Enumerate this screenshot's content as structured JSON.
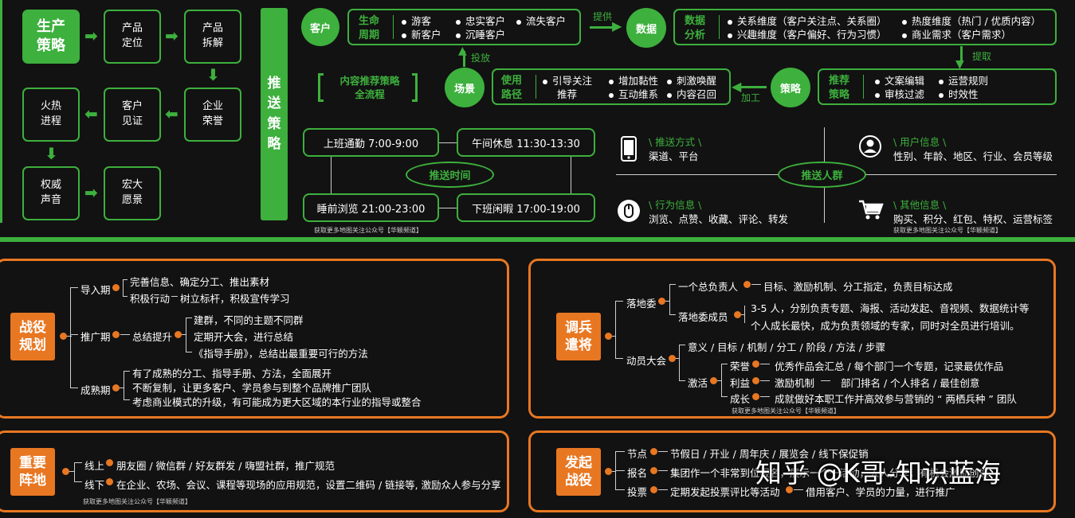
{
  "strategy": {
    "title": "生产\n策略",
    "boxes": {
      "positioning": "产品\n定位",
      "breakdown": "产品\n拆解",
      "honor": "企业\n荣誉",
      "testimony": "客户\n见证",
      "hot": "火热\n进程",
      "authority": "权威\n声音",
      "vision": "宏大\n愿景"
    }
  },
  "push_title": "推\n送\n策\n略",
  "flow": {
    "customer": "客户",
    "lifecycle_title": "生命\n周期",
    "lifecycle_items": [
      "游客",
      "忠实客户",
      "流失客户",
      "新客户",
      "沉睡客户"
    ],
    "provide_label": "提供",
    "data": "数据",
    "data_analysis_title": "数据\n分析",
    "data_items": [
      "关系维度（客户关注点、关系圈）",
      "热度维度（热门 / 优质内容）",
      "兴趣维度（客户偏好、行为习惯）",
      "商业需求（客户需求）"
    ],
    "extract_label": "提取",
    "strategy": "策略",
    "recommend_title": "推荐\n策略",
    "recommend_items": [
      "文案编辑",
      "运营规则",
      "审核过滤",
      "时效性"
    ],
    "process_label": "加工",
    "scene": "场景",
    "usage_title": "使用\n路径",
    "usage_items": [
      "引导关注",
      "增加黏性",
      "刺激唤醒",
      "推荐",
      "互动维系",
      "内容召回"
    ],
    "deliver_label": "投放",
    "content_strategy": "内容推荐策略\n全流程"
  },
  "push_time": {
    "center": "推送时间",
    "slots": [
      "上班通勤 7:00-9:00",
      "午间休息 11:30-13:30",
      "睡前浏览 21:00-23:00",
      "下班闲暇 17:00-19:00"
    ],
    "footer": "获取更多地图关注公众号【华颖频道】"
  },
  "push_crowd": {
    "center": "推送人群",
    "quadrants": [
      {
        "icon": "phone-icon",
        "title": "\\ 推送方式 \\",
        "text": "渠道、平台"
      },
      {
        "icon": "user-icon",
        "title": "\\ 用户信息 \\",
        "text": "性别、年龄、地区、行业、会员等级"
      },
      {
        "icon": "mouse-icon",
        "title": "\\ 行为信息 \\",
        "text": "浏览、点赞、收藏、评论、转发"
      },
      {
        "icon": "cart-icon",
        "title": "\\ 其他信息 \\",
        "text": "购买、积分、红包、特权、运营标签"
      }
    ],
    "footer": "获取更多地图关注公众号【华颖频道】"
  },
  "campaign": {
    "badge": "战役\n规划",
    "stages": [
      {
        "label": "导入期",
        "items": [
          "完善信息、确定分工、推出素材",
          "积极行动",
          "树立标杆，积极宣传学习"
        ]
      },
      {
        "label": "推广期",
        "mid": "总结提升",
        "items": [
          "建群，不同的主题不同群",
          "定期开大会，进行总结",
          "《指导手册》，总结出最重要可行的方法"
        ]
      },
      {
        "label": "成熟期",
        "items": [
          "有了成熟的分工、指导手册、方法，全面展开",
          "不断复制，让更多客户、学员参与到整个品牌推广团队",
          "考虑商业模式的升级，有可能成为更大区域的本行业的指导或整合"
        ]
      }
    ]
  },
  "deploy": {
    "badge": "调兵\n遣将",
    "committee": "落地委",
    "committee_items": [
      {
        "label": "一个总负责人",
        "text": "目标、激励机制、分工指定，负责目标达成"
      },
      {
        "label": "落地委成员",
        "lines": [
          "3-5 人，分别负责专题、海报、活动发起、音视频、数据统计等",
          "个人成长最快，成为负责领域的专家，同时对全员进行培训。"
        ]
      }
    ],
    "meeting": "动员大会",
    "meeting_line": "意义 / 目标 / 机制 / 分工 / 阶段 / 方法 / 步骤",
    "activate": "激活",
    "activate_items": [
      {
        "label": "荣誉",
        "text": "优秀作品会汇总 / 每个部门一个专题，记录最优作品"
      },
      {
        "label": "利益",
        "mid": "激励机制",
        "text": "部门排名 / 个人排名 / 最佳创意"
      },
      {
        "label": "成长",
        "text": "成就做好本职工作并高效参与营销的 “ 两栖兵种 ” 团队"
      }
    ],
    "footer": "获取更多地图关注公众号【华颖频道】"
  },
  "front": {
    "badge": "重要\n阵地",
    "online": "线上",
    "online_text": "朋友圈 / 微信群 / 好友群发 / 嗨盟社群，推广规范",
    "offline": "线下",
    "offline_text": "在企业、农场、会议、课程等现场的应用规范，设置二维码 / 链接等, 激励众人参与分享",
    "footer": "获取更多地图关注公众号【华颖频道】"
  },
  "launch": {
    "badge": "发起\n战役",
    "rows": [
      {
        "label": "节点",
        "text": "节假日 / 开业 / 周年庆 / 展览会 / 线下保促销"
      },
      {
        "label": "报名",
        "text": "集团作一个非常到位报名，展示一个一活动，人人分享，有机会激励创造"
      },
      {
        "label": "投票",
        "text": "定期发起投票评比等活动",
        "extra": "借用客户、学员的力量，进行推广"
      }
    ]
  },
  "watermark": "知乎 @K哥-知识蓝海",
  "colors": {
    "green": "#3db03d",
    "orange": "#e87722",
    "background": "#121212"
  }
}
